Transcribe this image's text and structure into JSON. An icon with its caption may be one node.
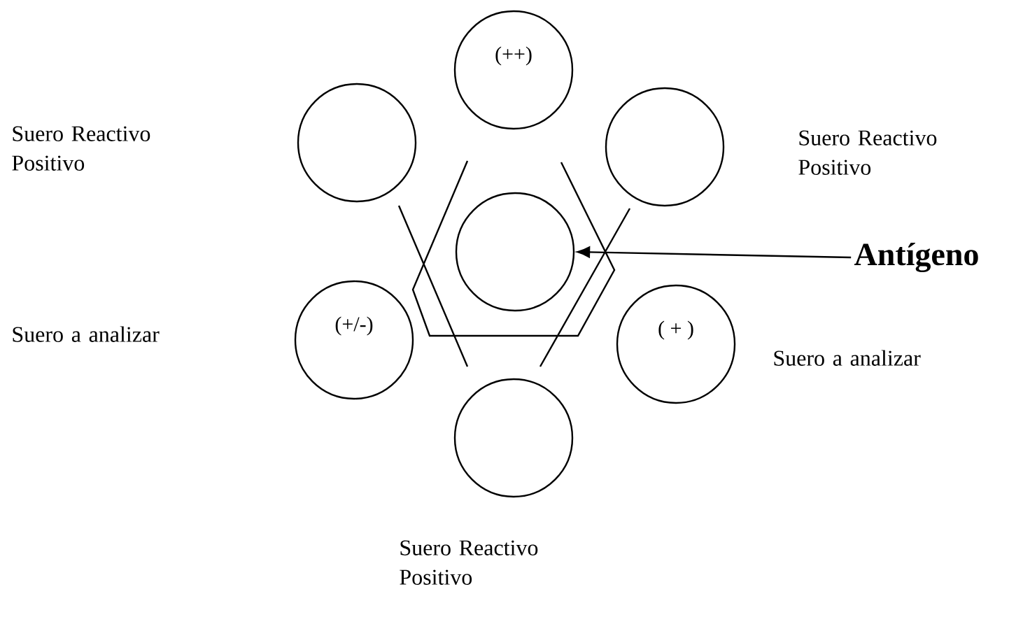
{
  "diagram": {
    "nodes": [
      {
        "text": [
          "(++)"
        ]
      },
      {
        "text": [],
        "shape": "circle"
      },
      {
        "text": [],
        "shape": "circle",
        "beside": [
          "Suero Reactivo Positivo"
        ]
      },
      {
        "text": [],
        "shape": "circle"
      },
      {
        "text": [
          "Antígeno"
        ]
      },
      {
        "text": [
          "(+/-)"
        ]
      },
      {
        "text": [
          "( + )"
        ],
        "beside": [
          "Suero a analizar"
        ]
      },
      {
        "text": [],
        "shape": "circle",
        "beside": [
          "Suero Reactivo Positivo"
        ]
      }
    ],
    "edges": [
      {
        "from": 4,
        "to": 3,
        "arrow": "to"
      }
    ],
    "labels": [
      "Suero Reactivo Positivo",
      "Suero a analizar"
    ]
  }
}
